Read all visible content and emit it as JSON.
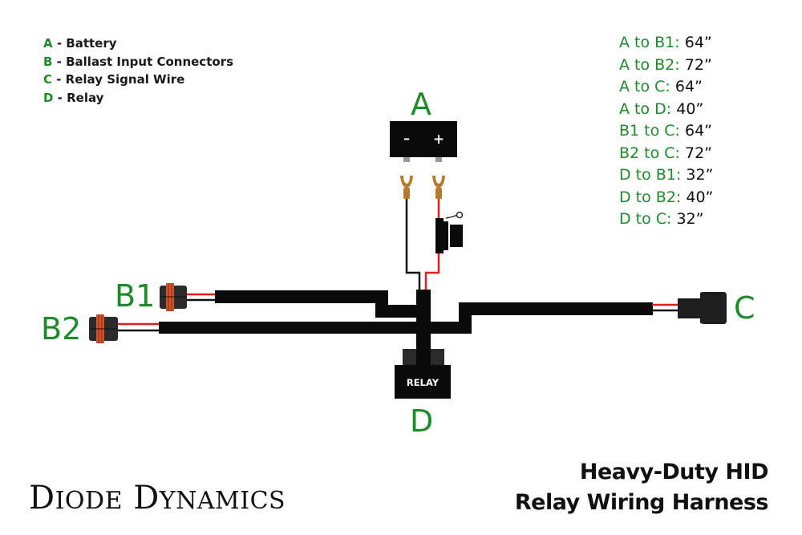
{
  "legend": [
    {
      "key": "A",
      "label": " - Battery"
    },
    {
      "key": "B",
      "label": " - Ballast Input Connectors"
    },
    {
      "key": "C",
      "label": " - Relay Signal Wire"
    },
    {
      "key": "D",
      "label": " - Relay"
    }
  ],
  "distances": [
    {
      "pair": "A to B1:",
      "length": " 64”"
    },
    {
      "pair": "A to B2:",
      "length": " 72”"
    },
    {
      "pair": "A to C:",
      "length": " 64”"
    },
    {
      "pair": "A to D:",
      "length": " 40”"
    },
    {
      "pair": "B1 to C:",
      "length": " 64”"
    },
    {
      "pair": "B2 to C:",
      "length": " 72”"
    },
    {
      "pair": "D to B1:",
      "length": " 32”"
    },
    {
      "pair": "D to B2:",
      "length": " 40”"
    },
    {
      "pair": "D to C:",
      "length": " 32”"
    }
  ],
  "labels": {
    "a": "A",
    "b1": "B1",
    "b2": "B2",
    "c": "C",
    "d": "D",
    "battery_minus": "–",
    "battery_plus": "+",
    "relay": "RELAY"
  },
  "brand": {
    "first_initial": "D",
    "first_rest": "IODE",
    "second_initial": "D",
    "second_rest": "YNAMICS"
  },
  "title": {
    "line1": "Heavy-Duty HID",
    "line2": "Relay Wiring Harness"
  },
  "colors": {
    "accent_green": "#1e8a2c",
    "wire_red": "#e02020",
    "terminal_brass": "#b87a2a",
    "connector_seal": "#d2522a"
  }
}
